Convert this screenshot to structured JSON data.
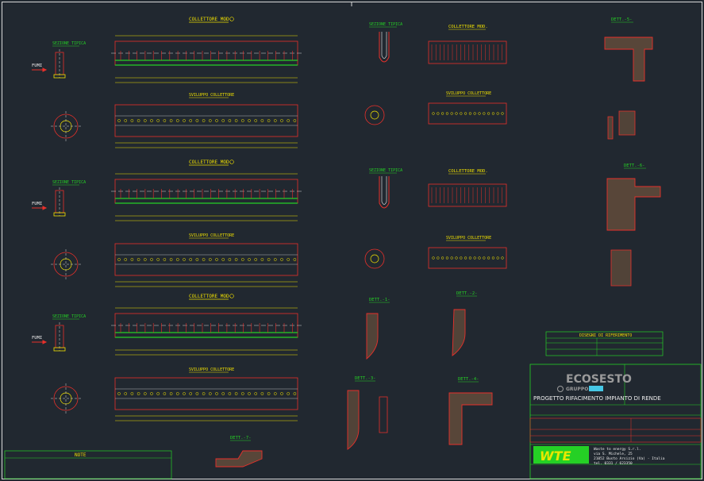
{
  "colors": {
    "background": "#212830",
    "frame": "#d8d8d8",
    "drawing_red": "#e8302a",
    "drawing_yellow": "#f0e000",
    "drawing_green": "#25d025",
    "drawing_magenta": "#ff33ff",
    "drawing_cyan": "#46c8e6",
    "drawing_white": "#ededed",
    "hatch": "#9b6b45",
    "logo_grey": "#9a9a9a"
  },
  "left_column": {
    "collettore_title": "COLLETTORE MOD.",
    "sviluppo_title": "SVILUPPO COLLETTORE",
    "sezione_tipica": "SEZIONE TIPICA",
    "fumi": "FUMI"
  },
  "middle_column": {
    "sezione_tipica": "SEZIONE TIPICA",
    "collettore_title": "COLLETTORE MOD.",
    "sviluppo_title": "SVILUPPO COLLETTORE"
  },
  "details": {
    "det_1": "DETT.-1-",
    "det_2": "DETT.-2-",
    "det_3": "DETT.-3-",
    "det_4": "DETT.-4-",
    "det_5": "DETT.-5-",
    "det_6": "DETT.-6-",
    "det_7": "DETT.-7-"
  },
  "riferimenti": {
    "title": "DISEGNI DI RIFERIMENTO"
  },
  "note": {
    "title": "NOTE"
  },
  "title_block": {
    "logo_text": "ECOSESTO",
    "logo_sub": "GRUPPO",
    "project": "PROGETTO RIFACIMENTO IMPIANTO DI RENDE",
    "company_logo": "WTE",
    "company_lines": [
      "Waste to energy S.r.l.",
      "via S. Michele, 25",
      "21052 Busto Arsizio (Va) - Italia",
      "tel. 0331 / 623350"
    ]
  }
}
